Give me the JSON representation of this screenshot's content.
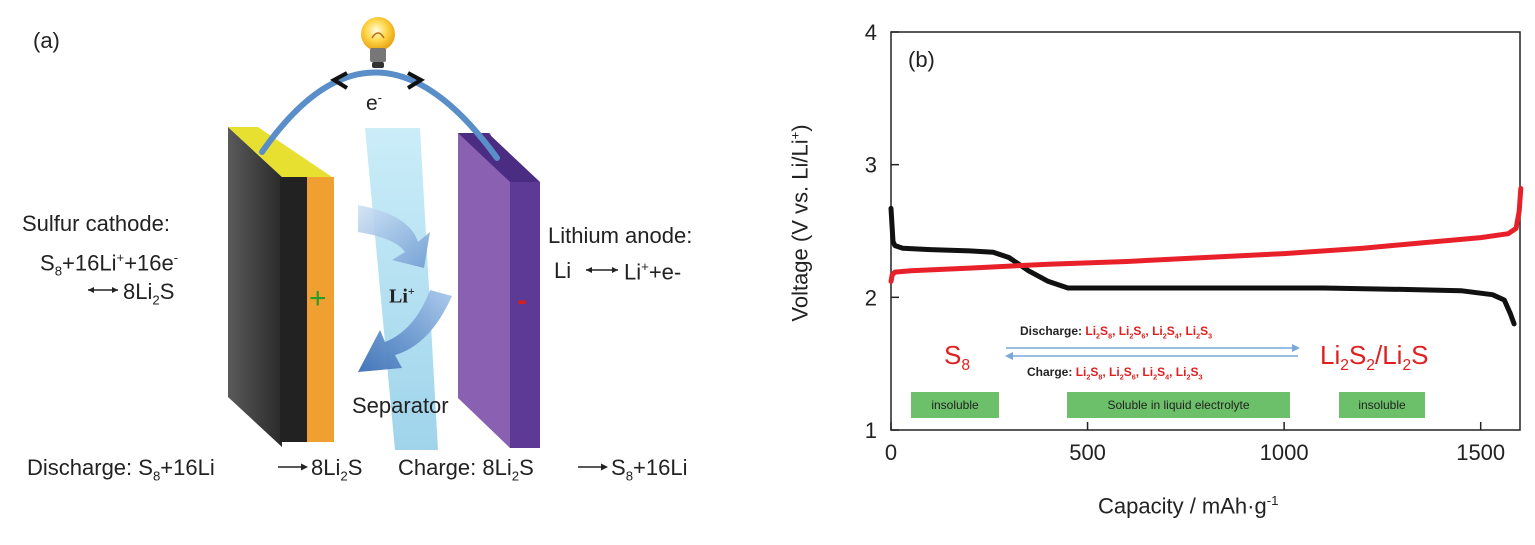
{
  "panel_a": {
    "label": "(a)",
    "electron_label": "e",
    "electron_sup": "-",
    "li_ion_label": "Li",
    "li_ion_sup": "+",
    "plus_sign": "+",
    "minus_sign": "-",
    "separator_label": "Separator",
    "cathode": {
      "title": "Sulfur cathode:",
      "line1_a": "S",
      "line1_sub": "8",
      "line1_b": "+16Li",
      "line1_sup1": "+",
      "line1_c": "+16e",
      "line1_sup2": "-",
      "line2_a": "8Li",
      "line2_sub": "2",
      "line2_b": "S"
    },
    "anode": {
      "title": "Lithium anode:",
      "left": "Li",
      "right_a": "Li",
      "right_sup": "+",
      "right_b": "+e-"
    },
    "discharge": {
      "label": "Discharge: S",
      "sub1": "8",
      "mid": "+16Li",
      "right_a": "8Li",
      "sub2": "2",
      "right_b": "S"
    },
    "charge": {
      "label": "Charge: 8Li",
      "sub1": "2",
      "mid": "S",
      "right_a": "S",
      "sub2": "8",
      "right_b": "+16Li"
    },
    "colors": {
      "cathode_dark": "#3a3a3a",
      "cathode_front": "#2a2a2a",
      "cathode_orange": "#f0a030",
      "cathode_yellow": "#e8e030",
      "separator": "#a8dcef",
      "anode_face": "#8a5fb0",
      "anode_side": "#5a3a90",
      "arc": "#5a8ec8",
      "plus": "#2a9a2a",
      "minus": "#d02020"
    }
  },
  "panel_b": {
    "label": "(b)",
    "annotations": {
      "s8_a": "S",
      "s8_sub": "8",
      "li2s2_a": "Li",
      "li2s2_sub1": "2",
      "li2s2_b": "S",
      "li2s2_sub2": "2",
      "li2s2_c": "/Li",
      "li2s2_sub3": "2",
      "li2s2_d": "S",
      "discharge_label": "Discharge:",
      "charge_label": "Charge:",
      "species": [
        "Li2S8",
        "Li2S6",
        "Li2S4",
        "Li2S3"
      ],
      "box_left": "insoluble",
      "box_mid": "Soluble in liquid electrolyte",
      "box_right": "insoluble"
    },
    "colors": {
      "discharge": "#111111",
      "charge": "#e8202a",
      "box": "#6dc06a",
      "red_text": "#e02020"
    }
  },
  "chart_data": {
    "type": "line",
    "xlabel": "Capacity / mAh·g",
    "xlabel_sup": "-1",
    "ylabel": "Voltage (V  vs. Li/Li",
    "ylabel_sup": "+",
    "ylabel_end": ")",
    "xlim": [
      0,
      1600
    ],
    "ylim": [
      1,
      4
    ],
    "xticks": [
      "0",
      "500",
      "1000",
      "1500"
    ],
    "yticks": [
      "1",
      "2",
      "3",
      "4"
    ],
    "series": [
      {
        "color": "#111111",
        "x": [
          0,
          5,
          10,
          30,
          100,
          200,
          260,
          300,
          350,
          400,
          450,
          500,
          700,
          900,
          1100,
          1300,
          1450,
          1530,
          1560,
          1575,
          1585
        ],
        "y": [
          2.67,
          2.42,
          2.39,
          2.37,
          2.36,
          2.35,
          2.34,
          2.3,
          2.2,
          2.12,
          2.07,
          2.07,
          2.07,
          2.07,
          2.07,
          2.06,
          2.05,
          2.02,
          1.98,
          1.88,
          1.8
        ]
      },
      {
        "color": "#e8202a",
        "x": [
          0,
          3,
          10,
          50,
          200,
          400,
          600,
          800,
          1000,
          1200,
          1350,
          1500,
          1570,
          1590,
          1598,
          1602
        ],
        "y": [
          2.12,
          2.17,
          2.19,
          2.2,
          2.22,
          2.25,
          2.27,
          2.3,
          2.33,
          2.37,
          2.41,
          2.45,
          2.48,
          2.52,
          2.65,
          2.82
        ]
      }
    ]
  }
}
